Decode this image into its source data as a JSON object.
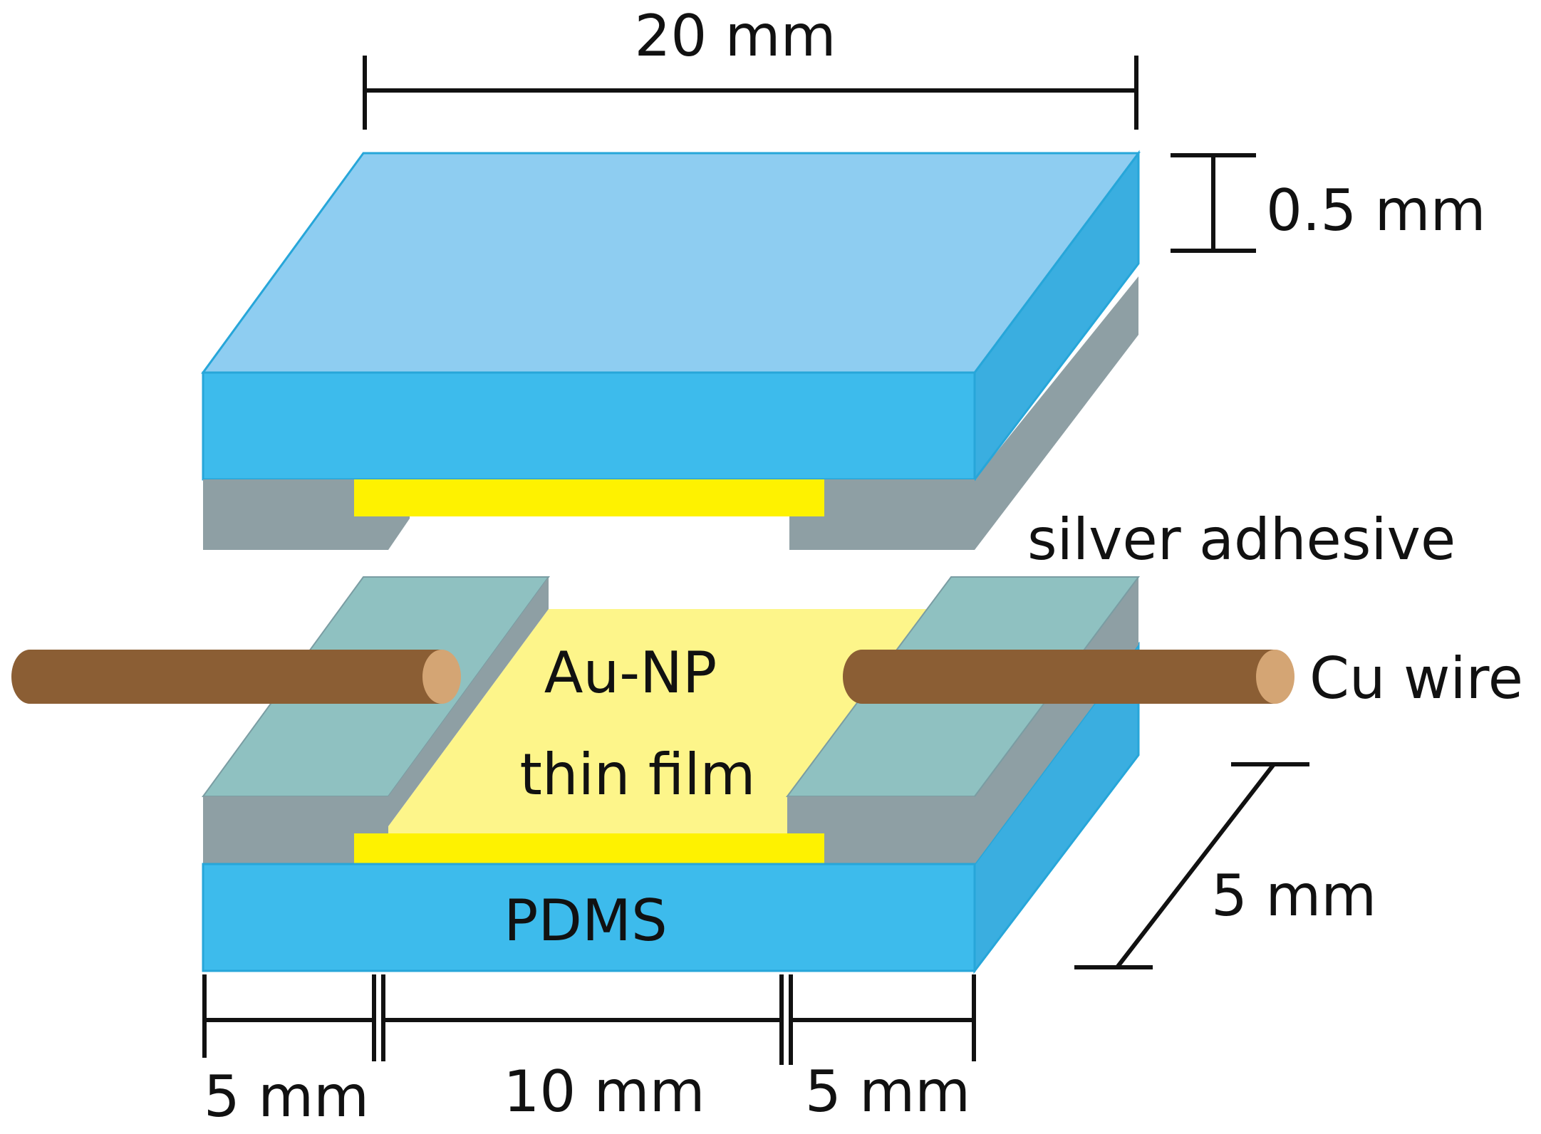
{
  "diagram": {
    "labels": {
      "width_top": "20 mm",
      "thickness": "0.5 mm",
      "silver_adhesive": "silver adhesive",
      "cu_wire": "Cu wire",
      "film_line1": "Au-NP",
      "film_line2": "thin film",
      "substrate": "PDMS",
      "depth": "5 mm",
      "bottom_left": "5 mm",
      "bottom_middle": "10 mm",
      "bottom_right": "5 mm"
    },
    "colors": {
      "pdms_top_face": "#8ecdf1",
      "pdms_front_face": "#3dbbec",
      "pdms_side_face": "#3aaee0",
      "silver_face": "#8e9fa4",
      "silver_top": "#8fc1c1",
      "gold_layer": "#fef200",
      "thin_film": "#fdf58a",
      "wire": "#8b5e34",
      "wire_end": "#d4a574"
    }
  }
}
